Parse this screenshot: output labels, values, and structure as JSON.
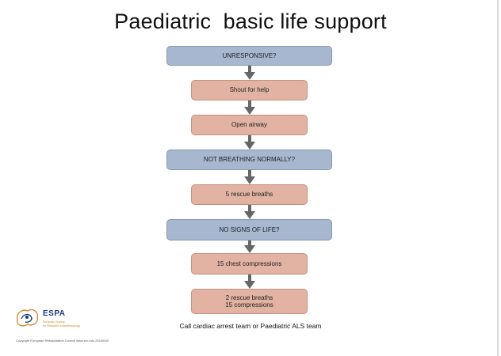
{
  "title": "Paediatric  basic life support",
  "steps": {
    "unresponsive": "UNRESPONSIVE?",
    "shout": "Shout for help",
    "airway": "Open airway",
    "breathing": "NOT BREATHING NORMALLY?",
    "rescue": "5 rescue breaths",
    "signs": "NO SIGNS OF LIFE?",
    "compressions": "15 chest compressions",
    "cycle_line1": "2 rescue breaths",
    "cycle_line2": "15 compressions"
  },
  "footnote": "Call cardiac arrest team or Paediatric ALS team",
  "logo": {
    "name": "ESPA",
    "subtitle_line1": "European Society",
    "subtitle_line2": "for Paediatric Anaesthesiology"
  },
  "copyright": "Copyright European Resuscitation Council  www.erc.edu  2010/040",
  "colors": {
    "question_fill": "#a7b7d0",
    "action_fill": "#e2b3a2",
    "arrow": "#666666"
  }
}
